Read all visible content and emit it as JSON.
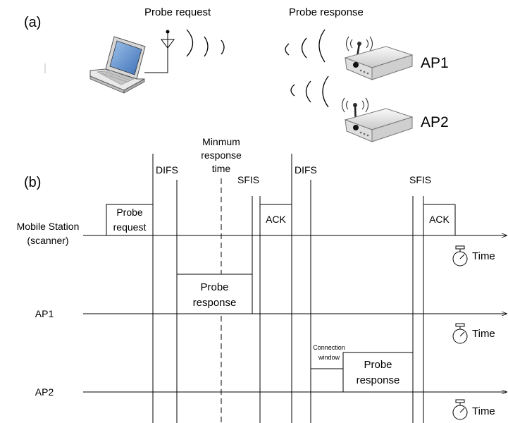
{
  "panel_a": {
    "label": "(a)",
    "probe_request_label": "Probe request",
    "probe_response_label": "Probe response",
    "ap1_label": "AP1",
    "ap2_label": "AP2"
  },
  "panel_b": {
    "label": "(b)",
    "difs_label_1": "DIFS",
    "difs_label_2": "DIFS",
    "min_response_line1": "Minmum",
    "min_response_line2": "response",
    "min_response_line3": "time",
    "sfis_label_1": "SFIS",
    "sfis_label_2": "SFIS",
    "mobile_station_line1": "Mobile Station",
    "mobile_station_line2": "(scanner)",
    "ap1_row_label": "AP1",
    "ap2_row_label": "AP2",
    "probe_request_box_line1": "Probe",
    "probe_request_box_line2": "request",
    "ack_label_1": "ACK",
    "ack_label_2": "ACK",
    "probe_response_box1_line1": "Probe",
    "probe_response_box1_line2": "response",
    "probe_response_box2_line1": "Probe",
    "probe_response_box2_line2": "response",
    "connection_window_line1": "Connection",
    "connection_window_line2": "window",
    "time_label_1": "Time",
    "time_label_2": "Time",
    "time_label_3": "Time"
  },
  "icons": [
    "laptop-icon",
    "antenna-icon",
    "router-icon",
    "stopwatch-icon"
  ]
}
